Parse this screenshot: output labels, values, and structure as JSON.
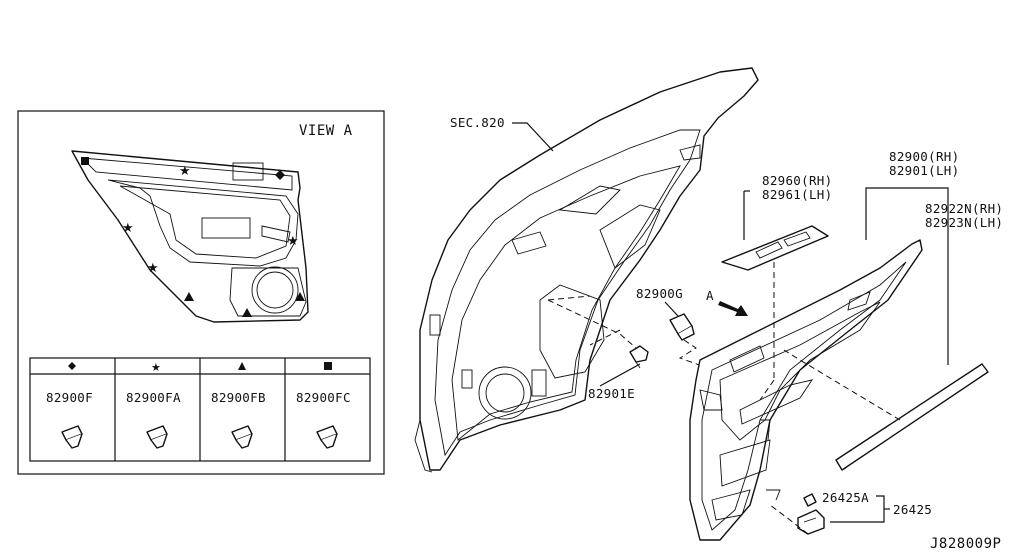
{
  "view_label": "VIEW A",
  "legend": [
    {
      "symbol": "diamond-icon",
      "part": "82900F"
    },
    {
      "symbol": "star-icon",
      "part": "82900FA"
    },
    {
      "symbol": "triangle-icon",
      "part": "82900FB"
    },
    {
      "symbol": "square-icon",
      "part": "82900FC"
    }
  ],
  "callouts": {
    "sec": "SEC.820",
    "p82900g": "82900G",
    "arrow_a": "A",
    "p82901e": "82901E",
    "p82960": "82960(RH)",
    "p82961": "82961(LH)",
    "p82900": "82900(RH)",
    "p82901": "82901(LH)",
    "p82922n": "82922N(RH)",
    "p82923n": "82923N(LH)",
    "p26425a": "26425A",
    "p26425": "26425"
  },
  "diagram_code": "J828009P"
}
